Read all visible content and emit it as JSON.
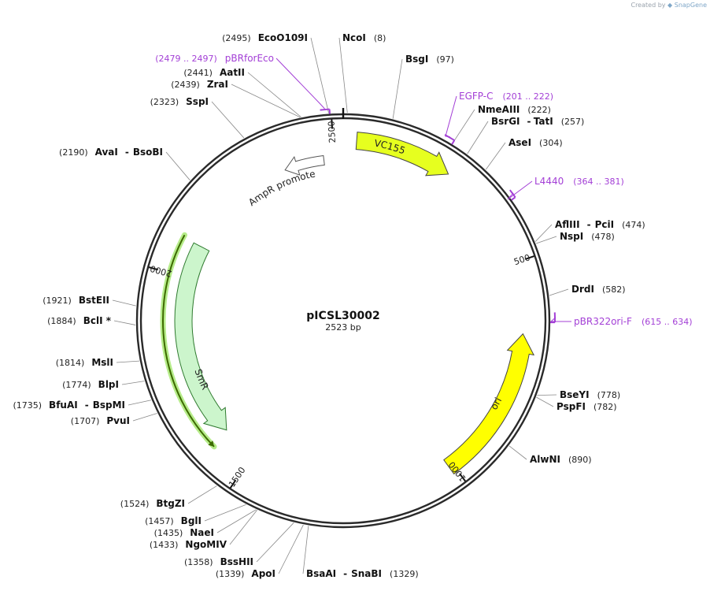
{
  "credit": {
    "prefix": "Created by",
    "brand": "SnapGene"
  },
  "plasmid": {
    "name": "pICSL30002",
    "length_label": "2523 bp",
    "length": 2523
  },
  "ticks": [
    {
      "label": "500",
      "pos": 500
    },
    {
      "label": "1000",
      "pos": 1000
    },
    {
      "label": "1500",
      "pos": 1500
    },
    {
      "label": "2000",
      "pos": 2000
    },
    {
      "label": "2500",
      "pos": 2500
    }
  ],
  "features": [
    {
      "name": "VC155",
      "start": 30,
      "end": 250,
      "direction": "forward",
      "color": "#e6ff1f"
    },
    {
      "name": "ori",
      "start": 660,
      "end": 1010,
      "direction": "reverse",
      "color": "#ffff00"
    },
    {
      "name": "SmR",
      "start": 1590,
      "end": 2085,
      "direction": "reverse",
      "color": "#ccf5cc"
    },
    {
      "name": "AmpR promoter",
      "start": 2375,
      "end": 2475,
      "direction": "reverse",
      "color": "#ffffff"
    }
  ],
  "enzymes": [
    {
      "name": "NcoI",
      "pos_label": "(8)",
      "pos": 8
    },
    {
      "name": "BsgI",
      "pos_label": "(97)",
      "pos": 97
    },
    {
      "name": "NmeAIII",
      "pos_label": "(222)",
      "pos": 222
    },
    {
      "name": "BsrGI",
      "name2": "TatI",
      "pos_label": "(257)",
      "pos": 257
    },
    {
      "name": "AseI",
      "pos_label": "(304)",
      "pos": 304
    },
    {
      "name": "AflIII",
      "name2": "PciI",
      "pos_label": "(474)",
      "pos": 474
    },
    {
      "name": "NspI",
      "pos_label": "(478)",
      "pos": 478
    },
    {
      "name": "DrdI",
      "pos_label": "(582)",
      "pos": 582
    },
    {
      "name": "BseYI",
      "pos_label": "(778)",
      "pos": 778
    },
    {
      "name": "PspFI",
      "pos_label": "(782)",
      "pos": 782
    },
    {
      "name": "AlwNI",
      "pos_label": "(890)",
      "pos": 890
    },
    {
      "name": "BsaAI",
      "name2": "SnaBI",
      "pos_label": "(1329)",
      "pos": 1329
    },
    {
      "name": "ApoI",
      "pos_label": "(1339)",
      "pos": 1339
    },
    {
      "name": "BssHII",
      "pos_label": "(1358)",
      "pos": 1358
    },
    {
      "name": "NgoMIV",
      "pos_label": "(1433)",
      "pos": 1433
    },
    {
      "name": "NaeI",
      "pos_label": "(1435)",
      "pos": 1435
    },
    {
      "name": "BglI",
      "pos_label": "(1457)",
      "pos": 1457
    },
    {
      "name": "BtgZI",
      "pos_label": "(1524)",
      "pos": 1524
    },
    {
      "name": "PvuI",
      "pos_label": "(1707)",
      "pos": 1707
    },
    {
      "name": "BfuAI",
      "name2": "BspMI",
      "pos_label": "(1735)",
      "pos": 1735
    },
    {
      "name": "BlpI",
      "pos_label": "(1774)",
      "pos": 1774
    },
    {
      "name": "MslI",
      "pos_label": "(1814)",
      "pos": 1814
    },
    {
      "name": "BclI *",
      "pos_label": "(1884)",
      "pos": 1884
    },
    {
      "name": "BstEII",
      "pos_label": "(1921)",
      "pos": 1921
    },
    {
      "name": "AvaI",
      "name2": "BsoBI",
      "pos_label": "(2190)",
      "pos": 2190
    },
    {
      "name": "SspI",
      "pos_label": "(2323)",
      "pos": 2323
    },
    {
      "name": "ZraI",
      "pos_label": "(2439)",
      "pos": 2439
    },
    {
      "name": "AatII",
      "pos_label": "(2441)",
      "pos": 2441
    },
    {
      "name": "EcoO109I",
      "pos_label": "(2495)",
      "pos": 2495
    }
  ],
  "primers": [
    {
      "name": "EGFP-C",
      "range": "(201 .. 222)",
      "start": 201,
      "end": 222
    },
    {
      "name": "L4440",
      "range": "(364 .. 381)",
      "start": 364,
      "end": 381
    },
    {
      "name": "pBR322ori-F",
      "range": "(615 .. 634)",
      "start": 615,
      "end": 634
    },
    {
      "name": "pBRforEco",
      "range": "(2479 .. 2497)",
      "start": 2479,
      "end": 2497
    }
  ],
  "colors": {
    "backbone": "#2a2a2a",
    "primer": "#a33fd6",
    "smr_outline": "#3d6b00",
    "smr_glow": "#b6ec8a"
  }
}
